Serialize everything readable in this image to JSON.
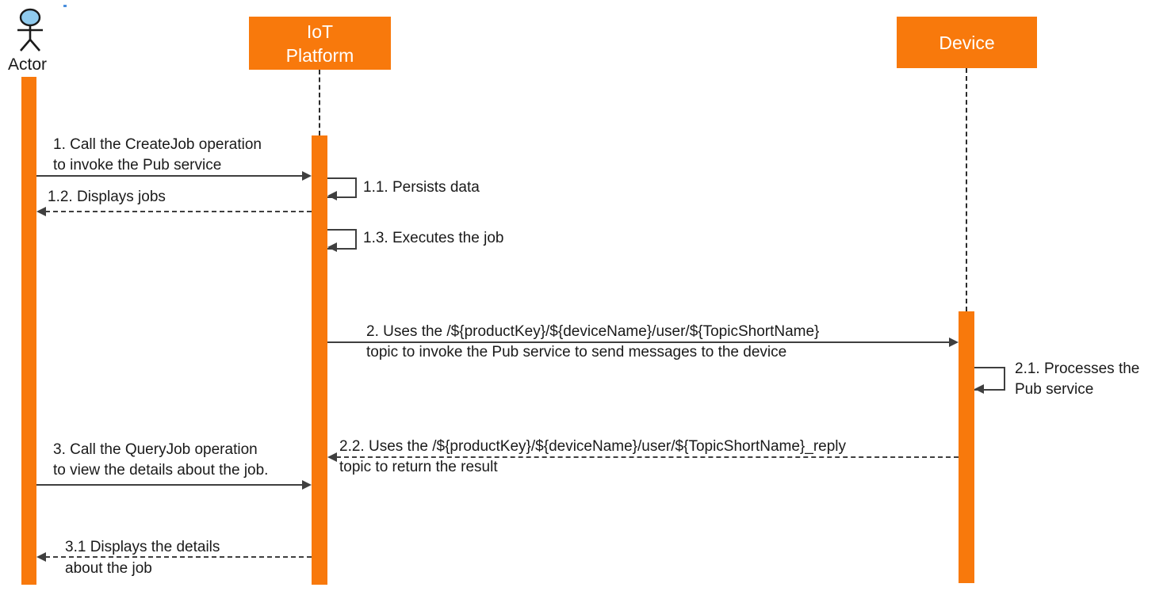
{
  "participants": {
    "actor": {
      "label": "Actor"
    },
    "iot_platform": {
      "line1": "IoT",
      "line2": "Platform"
    },
    "device": {
      "label": "Device"
    }
  },
  "messages": {
    "m1": {
      "line1": "1. Call the CreateJob operation",
      "line2": "to invoke the Pub service"
    },
    "m1_1": {
      "label": "1.1. Persists data"
    },
    "m1_2": {
      "label": "1.2. Displays jobs"
    },
    "m1_3": {
      "label": "1.3. Executes the job"
    },
    "m2": {
      "line1": "2. Uses the /${productKey}/${deviceName}/user/${TopicShortName}",
      "line2": "topic to invoke the Pub service to send messages to the device"
    },
    "m2_1": {
      "line1": "2.1. Processes the",
      "line2": "Pub service"
    },
    "m2_2": {
      "line1": "2.2. Uses the /${productKey}/${deviceName}/user/${TopicShortName}_reply",
      "line2": "topic to return the result"
    },
    "m3": {
      "line1": "3. Call the QueryJob operation",
      "line2": "to view the details about the job."
    },
    "m3_1": {
      "line1": "3.1 Displays the details",
      "line2": "about the job"
    }
  },
  "colors": {
    "accent_orange": "#F8790C",
    "arrow_gray": "#3F3F3F",
    "lifeline_gray": "#2b2b2b",
    "actor_head_blue": "#90CBEE",
    "text_black": "#1a1a1a",
    "participant_text_white": "#ffffff"
  }
}
